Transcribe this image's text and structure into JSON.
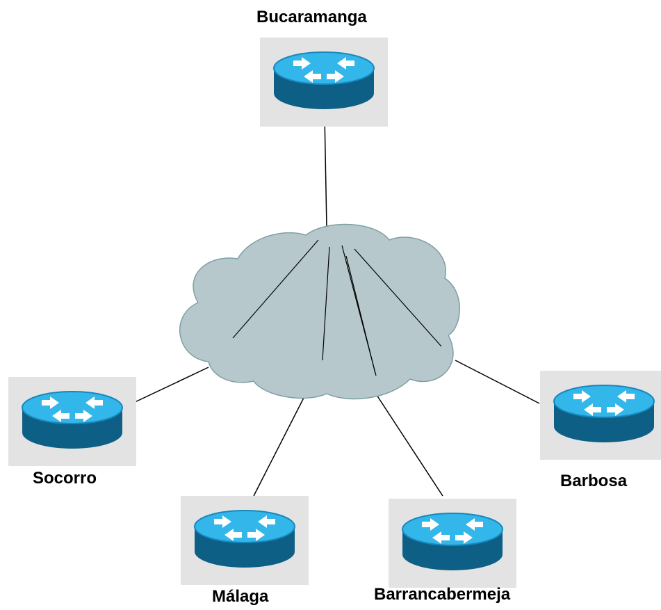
{
  "diagram": {
    "colors": {
      "background": "#ffffff",
      "icon_panel": "#e3e3e3",
      "router_top": "#33b6ea",
      "router_side_dark": "#0e5f86",
      "router_side_light": "#1687bd",
      "router_arrows": "#ffffff",
      "cloud_fill": "#b6c8cb",
      "cloud_stroke": "#7d9fa4",
      "link_line": "#000000"
    },
    "cloud": {
      "icon": "network-cloud-icon"
    },
    "nodes": [
      {
        "id": "bucaramanga",
        "label": "Bucaramanga",
        "icon": "router-icon"
      },
      {
        "id": "socorro",
        "label": "Socorro",
        "icon": "router-icon"
      },
      {
        "id": "malaga",
        "label": "Málaga",
        "icon": "router-icon"
      },
      {
        "id": "barrancabermeja",
        "label": "Barrancabermeja",
        "icon": "router-icon"
      },
      {
        "id": "barbosa",
        "label": "Barbosa",
        "icon": "router-icon"
      }
    ]
  }
}
